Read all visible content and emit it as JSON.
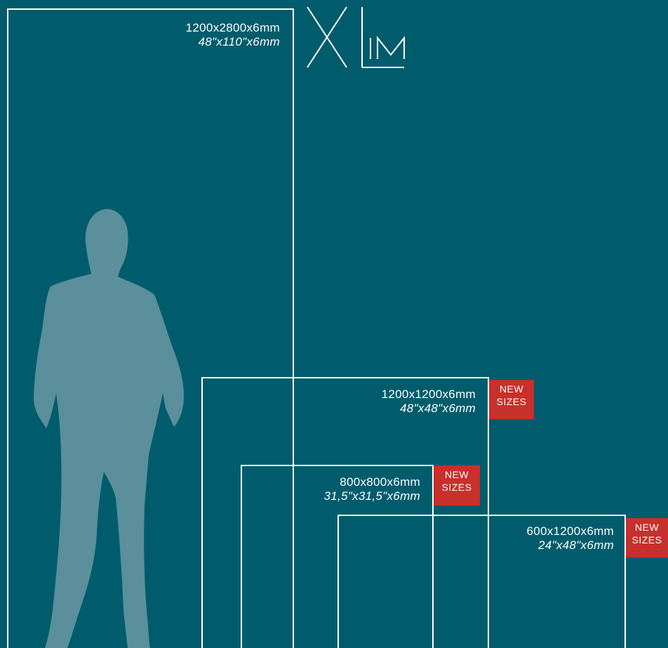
{
  "colors": {
    "background": "#005C6C",
    "outline": "#FFFFFF",
    "badge": "#C8302B",
    "silhouette": "#5A8F9B"
  },
  "logo": {
    "big_letter": "X",
    "corner_letter": "L",
    "small_letters": "IM",
    "icon": "xlim-logo"
  },
  "sizes": [
    {
      "id": "1200x2800",
      "metric": "1200x2800x6mm",
      "imperial": "48\"x110\"x6mm",
      "badge": null
    },
    {
      "id": "1200x1200",
      "metric": "1200x1200x6mm",
      "imperial": "48\"x48\"x6mm",
      "badge": {
        "line1": "NEW",
        "line2": "SIZES"
      }
    },
    {
      "id": "800x800",
      "metric": "800x800x6mm",
      "imperial": "31,5\"x31,5\"x6mm",
      "badge": {
        "line1": "NEW",
        "line2": "SIZES"
      }
    },
    {
      "id": "600x1200",
      "metric": "600x1200x6mm",
      "imperial": "24\"x48\"x6mm",
      "badge": {
        "line1": "NEW",
        "line2": "SIZES"
      }
    }
  ],
  "figure": {
    "icon": "standing-man-silhouette"
  }
}
